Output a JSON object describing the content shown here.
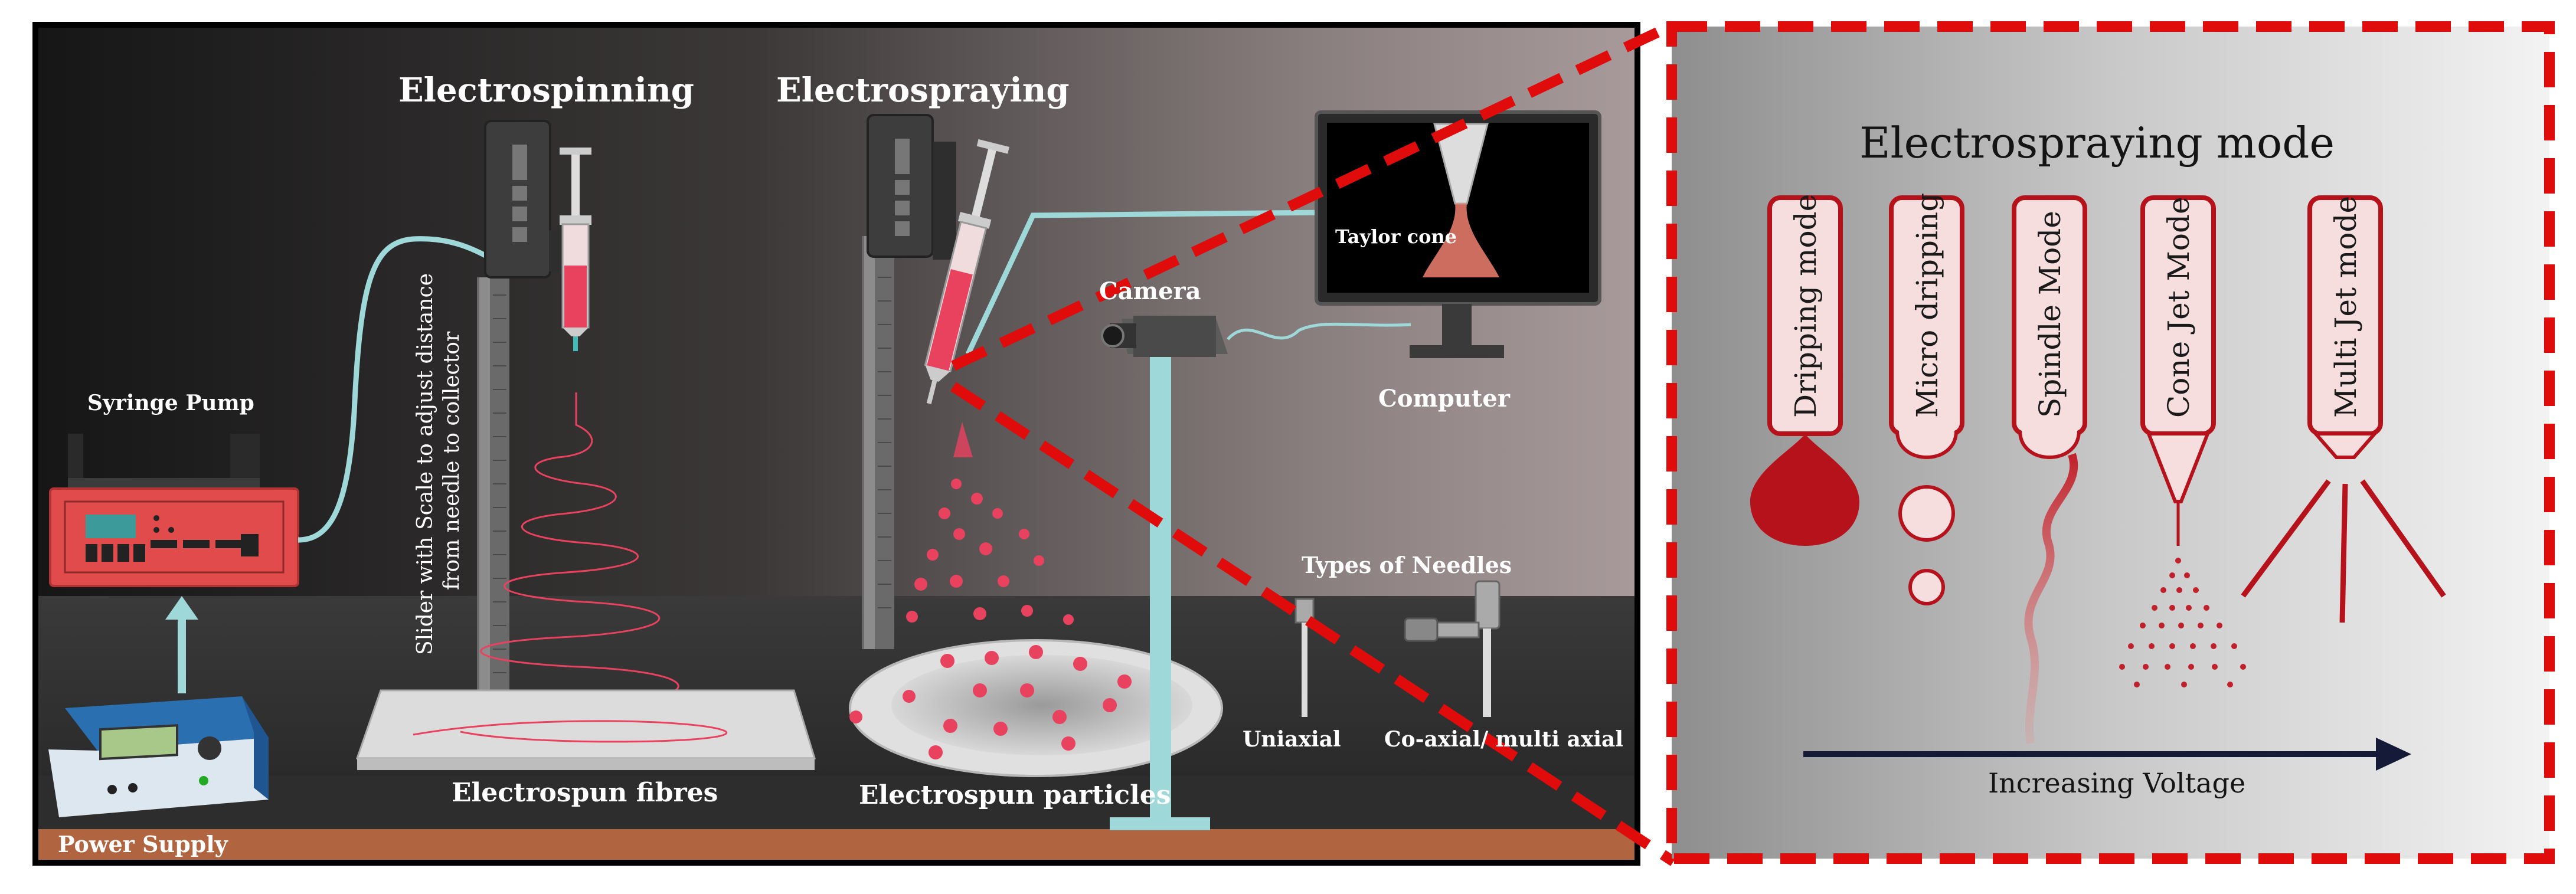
{
  "left_panel": {
    "titles": {
      "electrospinning": "Electrospinning",
      "electrospraying": "Electrospraying"
    },
    "labels": {
      "syringe_pump": "Syringe Pump",
      "power_supply": "Power Supply",
      "slider_line1": "Slider with Scale to adjust distance",
      "slider_line2": "from needle to collector",
      "electrospun_fibres": "Electrospun fibres",
      "electrospun_particles": "Electrospun particles",
      "camera": "Camera",
      "computer": "Computer",
      "taylor_cone": "Taylor cone",
      "types_of_needles": "Types of Needles",
      "uniaxial": "Uniaxial",
      "coaxial": "Co-axial/ multi axial"
    }
  },
  "right_panel": {
    "title": "Electrospraying mode",
    "modes": [
      "Dripping mode",
      "Micro dripping",
      "Spindle Mode",
      "Cone Jet Mode",
      "Multi Jet mode"
    ],
    "axis_label": "Increasing Voltage"
  },
  "colors": {
    "accent_red": "#e00b0b",
    "liquid_red": "#b5121b",
    "pump_red": "#e14b4b",
    "fluid_pink": "#e8425f",
    "tube_cyan": "#9fd8d8",
    "floor_brown": "#b06540"
  }
}
